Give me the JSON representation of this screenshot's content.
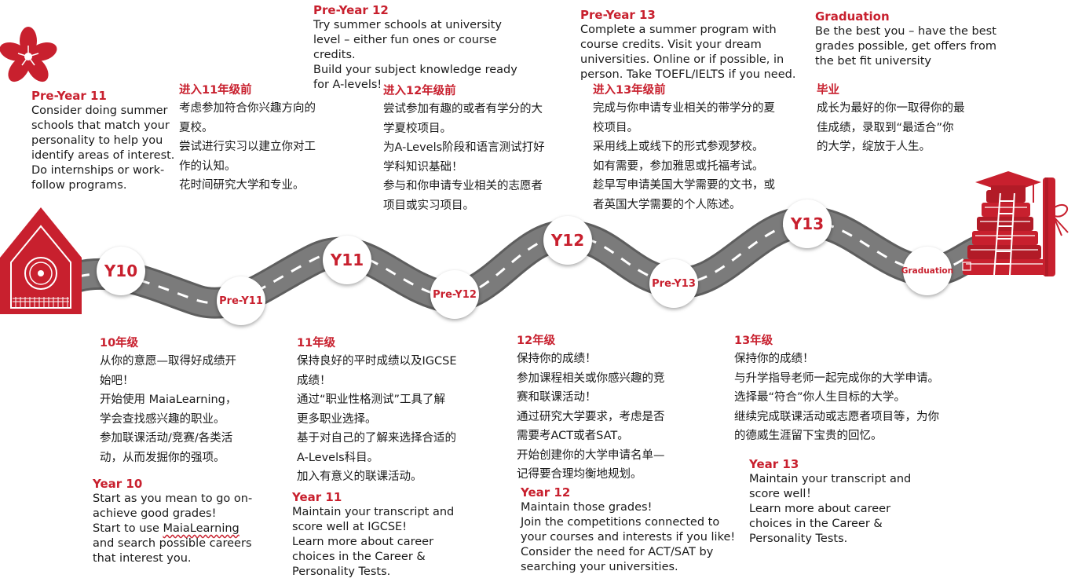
{
  "nodes": {
    "y10": "Y10",
    "pre_y11": "Pre-Y11",
    "y11": "Y11",
    "pre_y12": "Pre-Y12",
    "y12": "Y12",
    "pre_y13": "Pre-Y13",
    "y13": "Y13",
    "graduation": "Graduation"
  },
  "top": {
    "pre_year11": {
      "title": "Pre-Year 11",
      "body": " Consider doing summer\nschools that match your\npersonality to help you\nidentify areas of interest.\nDo internships or work-\nfollow programs."
    },
    "pre_year11_zh": {
      "title": "进入11年级前",
      "body": "考虑参加符合你兴趣方向的\n夏校。\n尝试进行实习以建立你对工\n作的认知。\n花时间研究大学和专业。"
    },
    "pre_year12": {
      "title": "Pre-Year 12",
      "body": " Try summer schools at university\nlevel – either fun ones or course\ncredits.\nBuild your subject knowledge ready\nfor A-levels!"
    },
    "pre_year12_zh": {
      "title": "进入12年级前",
      "body": "尝试参加有趣的或者有学分的大\n学夏校项目。\n为A-Levels阶段和语言测试打好\n学科知识基础！\n参与和你申请专业相关的志愿者\n项目或实习项目。"
    },
    "pre_year13": {
      "title": "Pre-Year 13",
      "body": "Complete a summer program with\ncourse credits. Visit your dream\nuniversities. Online or if possible, in\nperson. Take TOEFL/IELTS if you need."
    },
    "pre_year13_zh": {
      "title": "进入13年级前",
      "body": "完成与你申请专业相关的带学分的夏\n校项目。\n采用线上或线下的形式参观梦校。\n如有需要，参加雅思或托福考试。\n趁早写申请美国大学需要的文书，或\n者英国大学需要的个人陈述。"
    },
    "graduation": {
      "title": "Graduation",
      "body": "Be the best you – have the best\ngrades possible, get offers from\nthe bet fit university"
    },
    "graduation_zh": {
      "title": "毕业",
      "body": "成长为最好的你一取得你的最\n佳成绩，录取到“最适合”你\n的大学，绽放于人生。"
    }
  },
  "bottom": {
    "year10_zh": {
      "title": "10年级",
      "body": "从你的意愿—取得好成绩开\n始吧！\n开始使用 MaiaLearning，\n学会查找感兴趣的职业。\n参加联课活动/竞赛/各类活\n动，从而发掘你的强项。"
    },
    "year10": {
      "title": "Year 10",
      "line1": "Start as you mean to go on-\nachieve good grades!\nStart to use ",
      "maia": "MaiaLearning",
      "line2": "\nand search possible careers\nthat interest you."
    },
    "year11_zh": {
      "title": "11年级",
      "body": "保持良好的平时成绩以及IGCSE\n成绩！\n通过“职业性格测试”工具了解\n更多职业选择。\n基于对自己的了解来选择合适的\nA-Levels科目。\n加入有意义的联课活动。"
    },
    "year11": {
      "title": "Year 11",
      "body": " Maintain your transcript and\nscore well at IGCSE!\nLearn more about career\nchoices in the Career &\nPersonality Tests."
    },
    "year12_zh": {
      "title": "12年级",
      "body": "保持你的成绩！\n参加课程相关或你感兴趣的竞\n赛和联课活动！\n通过研究大学要求，考虑是否\n需要考ACT或者SAT。\n开始创建你的大学申请名单—\n记得要合理均衡地规划。"
    },
    "year12": {
      "title": "Year 12",
      "body": "Maintain those grades!\n Join the competitions connected to\nyour courses and interests if you like!\nConsider the need for ACT/SAT by\nsearching your universities."
    },
    "year13_zh": {
      "title": "13年级",
      "body": "保持你的成绩！\n与升学指导老师一起完成你的大学申请。\n选择最“符合”你人生目标的大学。\n继续完成联课活动或志愿者项目等，为你\n的德威生涯留下宝贵的回忆。"
    },
    "year13": {
      "title": "Year 13",
      "body": " Maintain your transcript and\nscore well！\nLearn more about career\nchoices in the Career &\nPersonality Tests."
    }
  },
  "colors": {
    "brand_red": "#c8202e",
    "road": "#7b7b7b",
    "road_edge": "#5e5e5e",
    "marking": "#ffffff"
  },
  "icons": [
    "flower-logo-icon",
    "school-building-icon",
    "graduation-books-icon"
  ]
}
